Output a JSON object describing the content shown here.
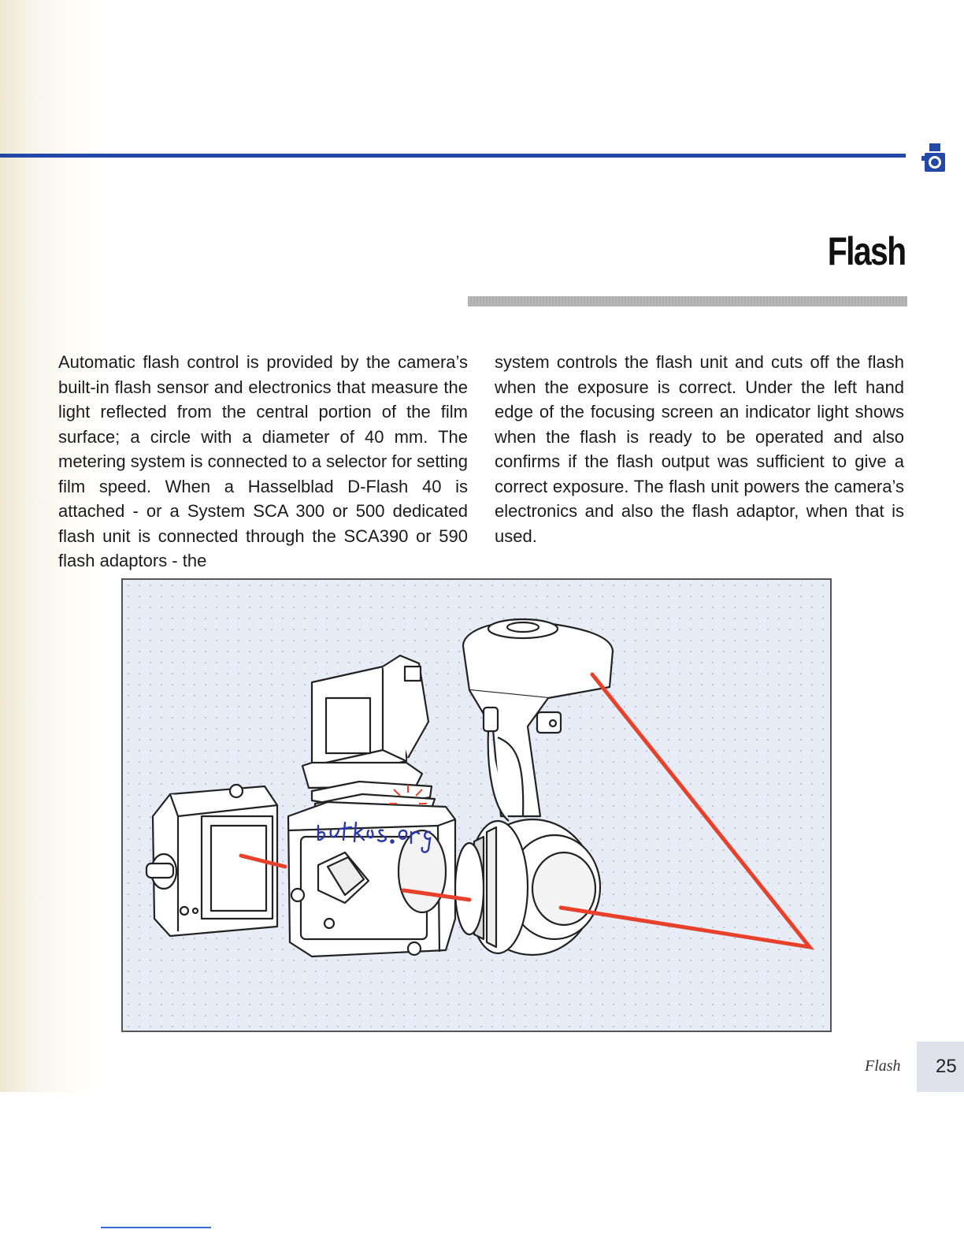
{
  "header": {
    "title": "Flash",
    "rule_color": "#2348a8",
    "icon": "camera-icon"
  },
  "body": {
    "left_column": "Automatic flash control is provided by the camera’s built-in flash sensor and electronics that measure the light reflected from the central portion of the film surface; a circle with a diameter of 40 mm. The metering system is connected to a selector for setting film speed. When a Hasselblad D-Flash 40 is attached - or a System SCA 300 or 500 dedicated flash unit is connected through the SCA390 or 590 flash adaptors - the",
    "right_column": "system controls the flash unit and cuts off the flash when the exposure is correct. Under the left hand edge of the focusing screen an indicator light shows when the flash is ready to be operated and also confirms if the flash output was sufficient to give a correct exposure. The flash unit powers the camera’s electronics and also the flash adaptor, when that is used."
  },
  "figure": {
    "description_icon": "camera-flash-illustration",
    "handwritten_watermark": "butkus.org",
    "accent_color": "#e8412b",
    "background_color": "#e8ecf6"
  },
  "footer": {
    "section_label": "Flash",
    "page_number": "25"
  }
}
